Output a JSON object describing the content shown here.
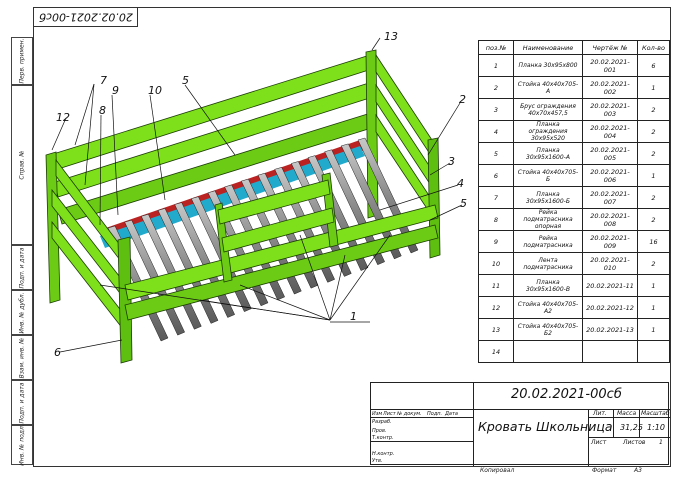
{
  "drawing_number": "20.02.2021-00сб",
  "drawing_number_rotated": "20.02.2021-00сб",
  "side_strip": [
    "Перв. примен.",
    "Справ. №",
    "Подп. и дата",
    "Инв. № дубл.",
    "Взам. инв. №",
    "Подп. и дата",
    "Инв. № подл."
  ],
  "callouts": [
    "13",
    "7",
    "12",
    "9",
    "10",
    "5",
    "8",
    "2",
    "3",
    "4",
    "5",
    "6",
    "1"
  ],
  "spec_table": {
    "headers": [
      "поз.№",
      "Наименование",
      "Чертёж №",
      "Кол-во"
    ],
    "rows": [
      [
        "1",
        "Планка 30х95х800",
        "20.02.2021-001",
        "6"
      ],
      [
        "2",
        "Стойка 40х40х705-А",
        "20.02.2021-002",
        "1"
      ],
      [
        "3",
        "Брус ограждения 40х70х457,5",
        "20.02.2021-003",
        "2"
      ],
      [
        "4",
        "Планка ограждения 30х95х520",
        "20.02.2021-004",
        "2"
      ],
      [
        "5",
        "Планка 30х95х1600-А",
        "20.02.2021-005",
        "2"
      ],
      [
        "6",
        "Стойка 40х40х705-Б",
        "20.02.2021-006",
        "1"
      ],
      [
        "7",
        "Планка 30х95х1600-Б",
        "20.02.2021-007",
        "2"
      ],
      [
        "8",
        "Рейка подматрасника опорная",
        "20.02.2021-008",
        "2"
      ],
      [
        "9",
        "Рейка подматрасника",
        "20.02.2021-009",
        "16"
      ],
      [
        "10",
        "Лента подматрасника",
        "20.02.2021-010",
        "2"
      ],
      [
        "11",
        "Планка 30х95х1600-В",
        "20.02.2021-11",
        "1"
      ],
      [
        "12",
        "Стойка 40х40х705-А2",
        "20.02.2021-12",
        "1"
      ],
      [
        "13",
        "Стойка 40х40х705-Б2",
        "20.02.2021-13",
        "1"
      ],
      [
        "14",
        "",
        "",
        ""
      ]
    ]
  },
  "title_block": {
    "designation": "20.02.2021-00сб",
    "name": "Кровать Школьница",
    "lit_label": "Лит.",
    "mass_label": "Масса",
    "scale_label": "Масштаб",
    "mass": "31,25",
    "scale": "1:10",
    "sheet_label": "Лист",
    "sheets_label": "Листов",
    "sheets": "1",
    "row_labels": [
      "Изм",
      "Лист",
      "№ докум.",
      "Подп.",
      "Дата"
    ],
    "left_labels": [
      "Разраб.",
      "Пров.",
      "Т.контр.",
      "Н.контр.",
      "Утв."
    ]
  },
  "footer": {
    "copied": "Копировал",
    "format": "Формат",
    "format_value": "А3"
  },
  "colors": {
    "wood": "#7ee01a",
    "wood_dark": "#55a80f",
    "slat": "#8c8c8c",
    "line": "#111111",
    "ink": "#1a1a8a"
  }
}
